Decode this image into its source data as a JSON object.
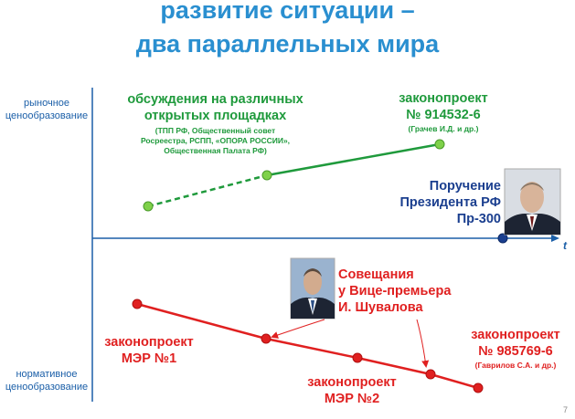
{
  "title": {
    "line1": "развитие ситуации –",
    "line2": "два параллельных мира"
  },
  "axis": {
    "top_label_1": "рыночное",
    "top_label_2": "ценообразование",
    "bottom_label_1": "нормативное",
    "bottom_label_2": "ценообразование",
    "time_label": "t"
  },
  "market": {
    "discussion_1": "обсуждения на различных",
    "discussion_2": "открытых площадках",
    "discussion_sub_1": "(ТПП РФ, Общественный совет",
    "discussion_sub_2": "Росреестра, РСПП, «ОПОРА РОССИИ»,",
    "discussion_sub_3": "Общественная Палата РФ)",
    "bill_1": "законопроект",
    "bill_2": "№ 914532-6",
    "bill_sub": "(Грачев И.Д. и др.)"
  },
  "president": {
    "line1": "Поручение",
    "line2": "Президента РФ",
    "line3": "Пр-300"
  },
  "normative": {
    "meeting_1": "Совещания",
    "meeting_2": "у Вице-премьера",
    "meeting_3": "И. Шувалова",
    "bill1_1": "законопроект",
    "bill1_2": "МЭР №1",
    "bill2_1": "законопроект",
    "bill2_2": "МЭР №2",
    "bill3_1": "законопроект",
    "bill3_2": "№ 985769-6",
    "bill3_sub": "(Гаврилов С.А. и др.)"
  },
  "colors": {
    "green": "#1f9a3c",
    "green_dot": "#7fd14a",
    "red": "#e02020",
    "axis": "#1b5fa8",
    "title": "#2a8fd0"
  },
  "page_number": "7"
}
